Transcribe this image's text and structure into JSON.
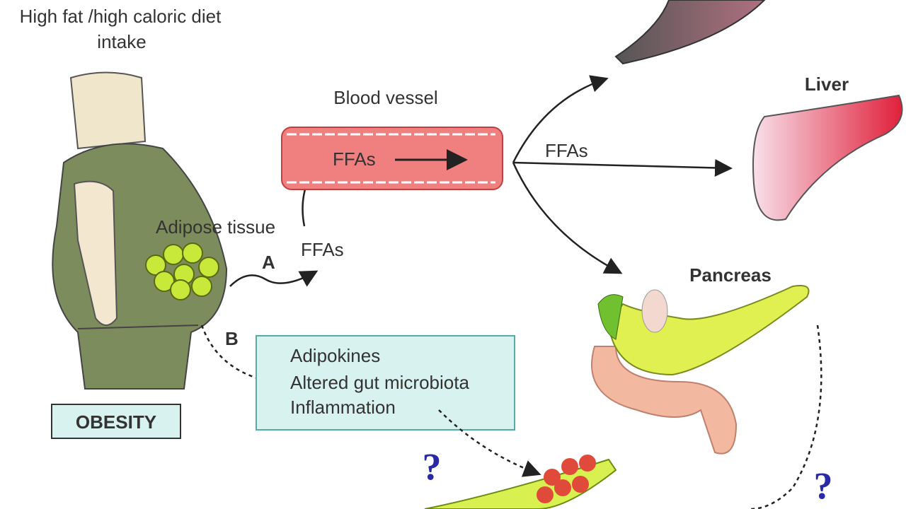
{
  "diet": {
    "line1": "High fat /high caloric diet",
    "line2": "intake"
  },
  "blood_vessel": {
    "label": "Blood vessel",
    "ffas": "FFAs"
  },
  "adipose": {
    "label": "Adipose tissue",
    "ffas": "FFAs",
    "path_a": "A",
    "path_b": "B"
  },
  "ffas_to_liver": "FFAs",
  "organs": {
    "liver": "Liver",
    "pancreas": "Pancreas"
  },
  "box": {
    "line1": "Adipokines",
    "line2": "Altered gut microbiota",
    "line3": "Inflammation"
  },
  "obesity_label": "OBESITY",
  "question_marks": [
    "?",
    "?"
  ],
  "colors": {
    "vessel": "#f08080",
    "box": "#d8f2f0",
    "body": "#7d8c5c",
    "fat": "#c8e83a"
  }
}
